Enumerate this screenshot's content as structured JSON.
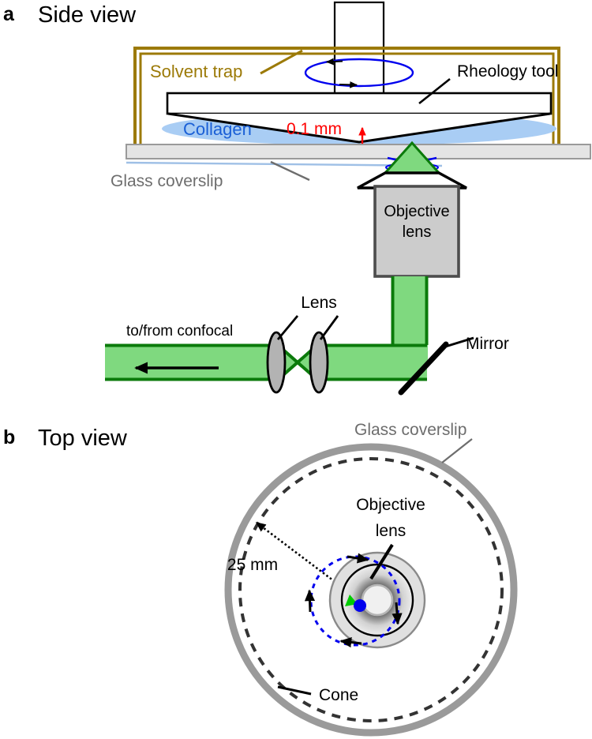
{
  "figure": {
    "panels": [
      {
        "letter": "a",
        "title": "Side view"
      },
      {
        "letter": "b",
        "title": "Top view"
      }
    ]
  },
  "side_view": {
    "labels": {
      "solvent_trap": "Solvent trap",
      "rheology_tool": "Rheology tool",
      "collagen": "Collagen",
      "gap": "0.1 mm",
      "glass_coverslip": "Glass coverslip",
      "objective_lens_line1": "Objective",
      "objective_lens_line2": "lens",
      "lens": "Lens",
      "mirror": "Mirror",
      "to_from_confocal": "to/from confocal"
    }
  },
  "top_view": {
    "labels": {
      "glass_coverslip": "Glass coverslip",
      "objective_lens_line1": "Objective",
      "objective_lens_line2": "lens",
      "radius": "25 mm",
      "cone": "Cone"
    }
  },
  "colors": {
    "solvent_trap": "#9c7a08",
    "collagen_fill": "#a9cdf4",
    "collagen_text": "#1a5fd6",
    "gap_red": "#ff0000",
    "beam_fill": "#7fd97f",
    "beam_edge": "#0b7a0b",
    "glass_gray": "#9a9a9a",
    "coverslip_fill": "#e4e4e4",
    "objective_body": "#cccccc",
    "objective_border": "#4d4d4d",
    "rotation_blue": "#0000ee",
    "ray_blue": "#0000ee",
    "label_gray": "#6d6d6d",
    "black": "#000000"
  }
}
